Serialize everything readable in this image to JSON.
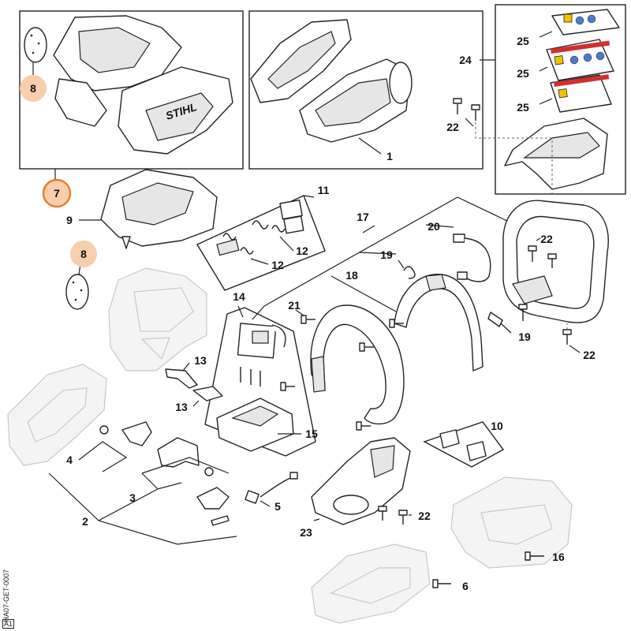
{
  "diagram": {
    "drawing_code": "HA07-GET-0007",
    "corner_mark": "A1",
    "highlight_color": "#e87c2a",
    "highlight_fill": "#f7cfaa",
    "parts": {
      "p1": "1",
      "p2": "2",
      "p3": "3",
      "p4": "4",
      "p5": "5",
      "p6": "6",
      "p7": "7",
      "p8a": "8",
      "p8b": "8",
      "p9": "9",
      "p10": "10",
      "p11": "11",
      "p12a": "12",
      "p12b": "12",
      "p13a": "13",
      "p13b": "13",
      "p14": "14",
      "p15": "15",
      "p16": "16",
      "p17": "17",
      "p18": "18",
      "p19a": "19",
      "p19b": "19",
      "p20": "20",
      "p21": "21",
      "p22a": "22",
      "p22b": "22",
      "p22c": "22",
      "p22d": "22",
      "p23": "23",
      "p24": "24",
      "p25a": "25",
      "p25b": "25",
      "p25c": "25"
    }
  }
}
